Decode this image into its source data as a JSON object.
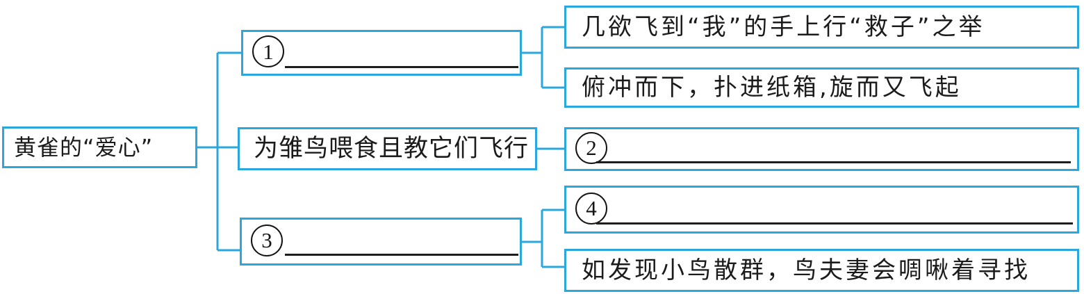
{
  "diagram": {
    "title_node": {
      "label": "黄雀的“爱心”"
    },
    "level1": [
      {
        "id": "node-1",
        "number": "1",
        "blank": true
      },
      {
        "id": "node-2",
        "label": "为雏鸟喂食且教它们飞行"
      },
      {
        "id": "node-3",
        "number": "3",
        "blank": true
      }
    ],
    "level2": [
      {
        "parent": "node-1",
        "label": "几欲飞到“我”的手上行“救子”之举"
      },
      {
        "parent": "node-1",
        "label": "俯冲而下，扑进纸箱,旋而又飞起"
      },
      {
        "parent": "node-2",
        "number": "2",
        "blank": true
      },
      {
        "parent": "node-3",
        "number": "4",
        "blank": true
      },
      {
        "parent": "node-3",
        "label": "如发现小鸟散群，鸟夫妻会啁啾着寻找"
      }
    ],
    "colors": {
      "box_border": "#2aa7dd",
      "connector": "#2aa7dd",
      "text": "#1b1b1b",
      "circle_outline": "#141414",
      "blank_underline": "#1d1d1d",
      "background": "#ffffff"
    }
  }
}
